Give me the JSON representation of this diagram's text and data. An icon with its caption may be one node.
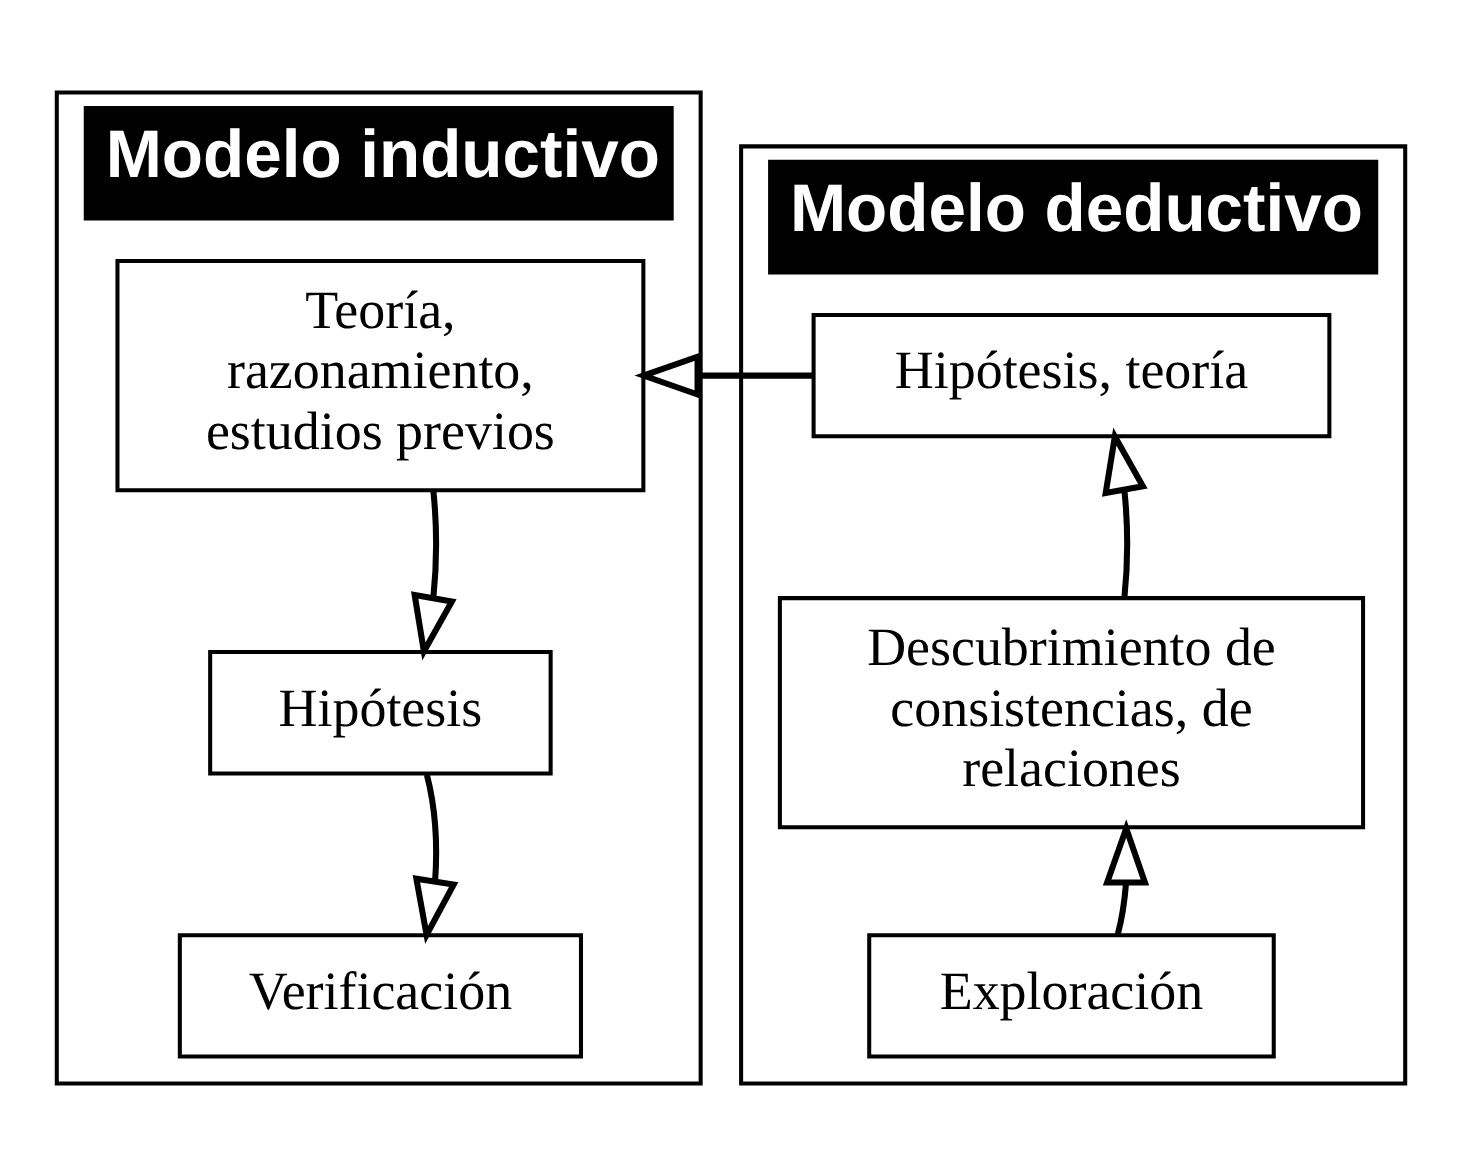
{
  "diagram": {
    "nodes": [
      {
        "text": [
          "Modelo inductivo"
        ]
      },
      {
        "text": [
          "Teoría, razonamiento, estudios previos"
        ],
        "in": 0
      },
      {
        "text": [
          "Hipótesis"
        ],
        "in": 0
      },
      {
        "text": [
          "Verificación"
        ],
        "in": 0
      },
      {
        "text": [
          "Modelo deductivo"
        ]
      },
      {
        "text": [
          "Hipótesis, teoría"
        ],
        "in": 4
      },
      {
        "text": [
          "Descubrimiento de consistencias, de relaciones"
        ],
        "in": 4
      },
      {
        "text": [
          "Exploración"
        ],
        "in": 4
      }
    ],
    "edges": [
      {
        "from": 1,
        "to": 2,
        "arrow": "to"
      },
      {
        "from": 2,
        "to": 3,
        "arrow": "to"
      },
      {
        "from": 7,
        "to": 6,
        "arrow": "to"
      },
      {
        "from": 6,
        "to": 5,
        "arrow": "to"
      },
      {
        "from": 5,
        "to": 1,
        "arrow": "to"
      }
    ]
  }
}
